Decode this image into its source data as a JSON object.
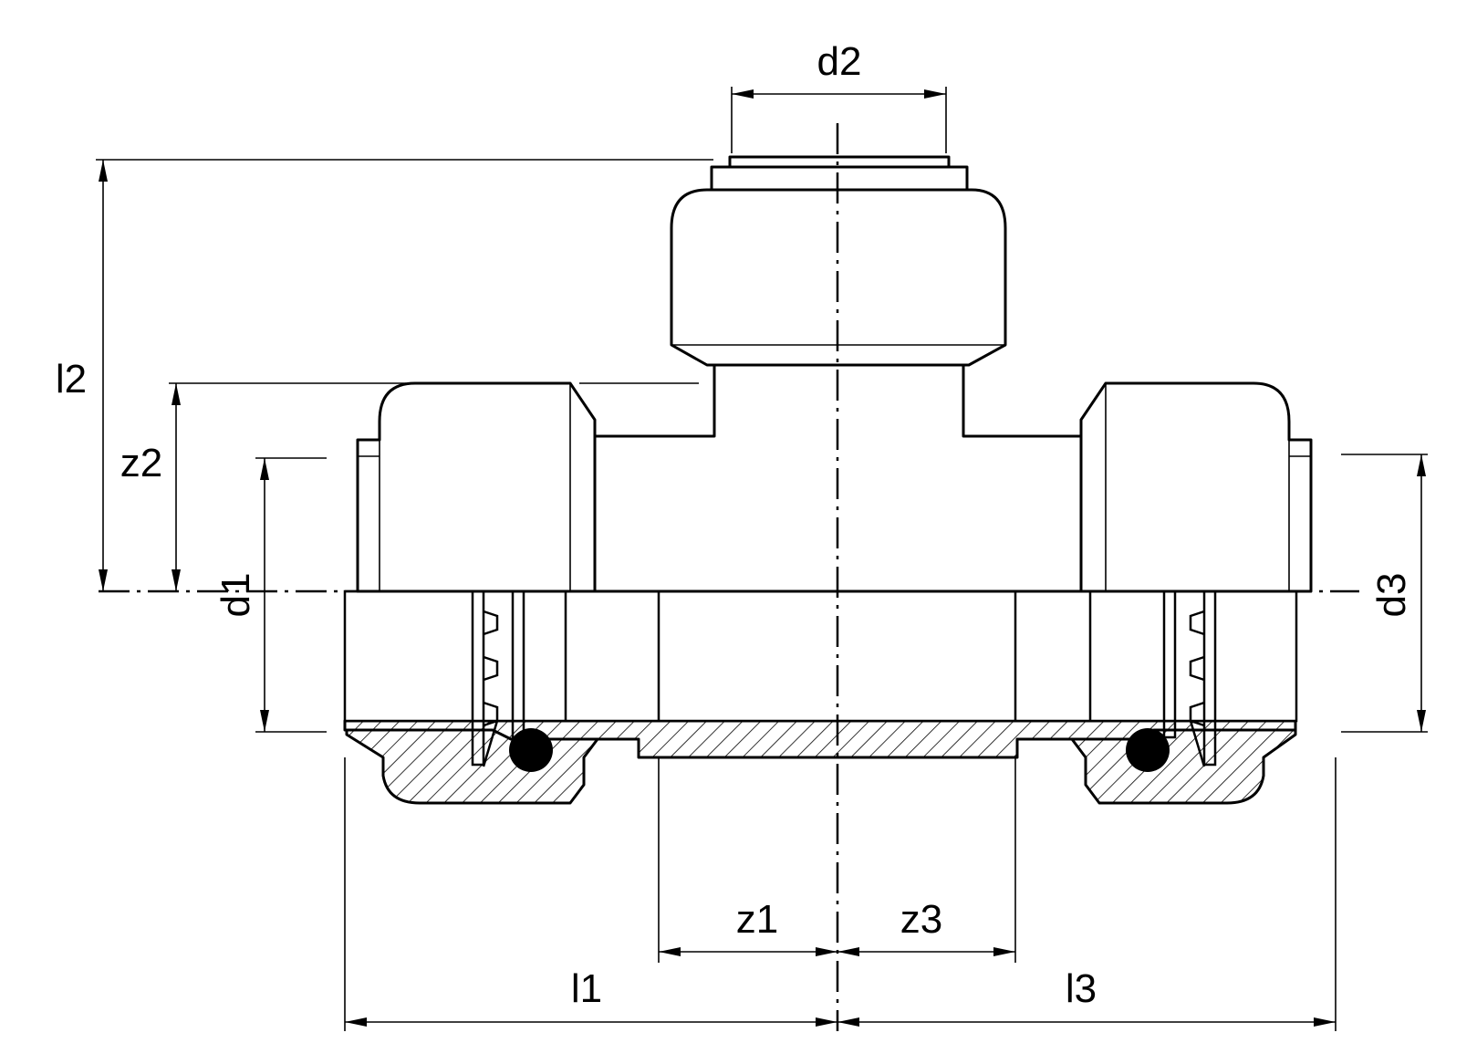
{
  "drawing": {
    "labels": {
      "d2": "d2",
      "l2": "l2",
      "z2": "z2",
      "d1": "d1",
      "d3": "d3",
      "z1": "z1",
      "z3": "z3",
      "l1": "l1",
      "l3": "l3"
    },
    "colors": {
      "line": "#000000",
      "background": "#ffffff"
    }
  }
}
